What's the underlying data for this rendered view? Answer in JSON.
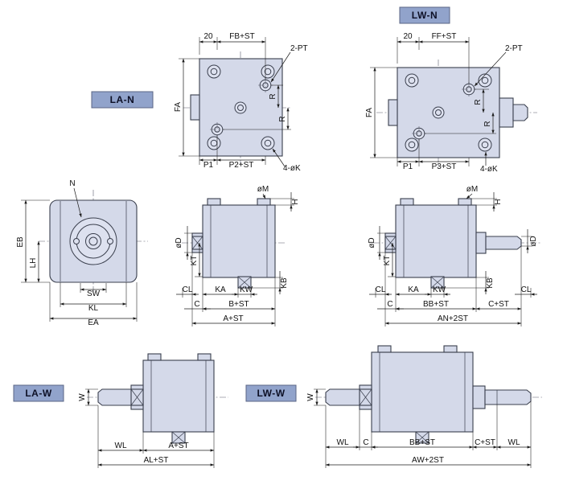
{
  "drawing": {
    "badges": {
      "la_n": "LA-N",
      "lw_n": "LW-N",
      "la_w": "LA-W",
      "lw_w": "LW-W"
    }
  },
  "view_la_n": {
    "d20": "20",
    "fb_st": "FB+ST",
    "pt2": "2-PT",
    "fa": "FA",
    "r1": "R",
    "r2": "R",
    "p1": "P1",
    "p2_st": "P2+ST",
    "k4": "4-øK"
  },
  "view_lw_n": {
    "d20": "20",
    "ff_st": "FF+ST",
    "pt2": "2-PT",
    "fa": "FA",
    "r1": "R",
    "r2": "R",
    "p1": "P1",
    "p3_st": "P3+ST",
    "k4": "4-øK"
  },
  "view_front": {
    "n": "N",
    "eb": "EB",
    "lh": "LH",
    "sw": "SW",
    "kl": "KL",
    "ea": "EA"
  },
  "view_la_side": {
    "om": "øM",
    "h": "H",
    "od": "øD",
    "kt": "KT",
    "cl": "CL",
    "c": "C",
    "ka": "KA",
    "kw": "KW",
    "kb": "KB",
    "b_st": "B+ST",
    "a_st": "A+ST"
  },
  "view_lw_side": {
    "om": "øM",
    "h": "H",
    "od_left": "øD",
    "od_right": "øD",
    "kt": "KT",
    "cl_left": "CL",
    "cl_right": "CL",
    "c": "C",
    "ka": "KA",
    "kw": "KW",
    "kb": "KB",
    "bb_st": "BB+ST",
    "c_st": "C+ST",
    "an_2st": "AN+2ST"
  },
  "view_la_w": {
    "w": "W",
    "wl": "WL",
    "a_st": "A+ST",
    "al_st": "AL+ST"
  },
  "view_lw_w": {
    "w": "W",
    "wl_left": "WL",
    "c": "C",
    "bb_st": "BB+ST",
    "c_st": "C+ST",
    "wl_right": "WL",
    "aw_2st": "AW+2ST"
  },
  "colors": {
    "body_fill": "#d4d9e9",
    "hole_fill": "#dde1ef",
    "outline": "#3a3f4d",
    "badge_fill": "#91a3cb",
    "badge_border": "#5a6584",
    "dim_color": "#1c1c1c",
    "background": "#ffffff"
  }
}
